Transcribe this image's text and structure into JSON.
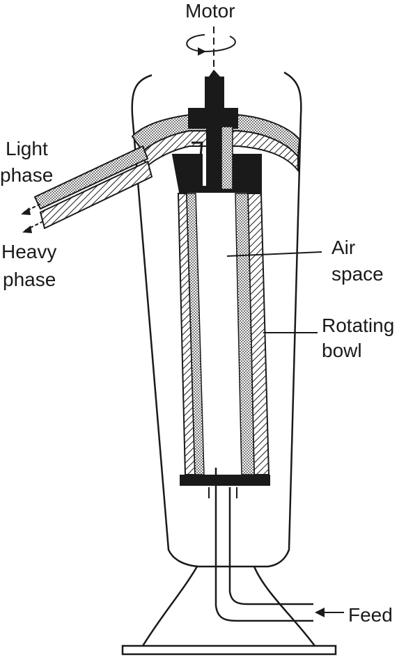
{
  "labels": {
    "motor": "Motor",
    "light_phase_1": "Light",
    "light_phase_2": "phase",
    "heavy_phase_1": "Heavy",
    "heavy_phase_2": "phase",
    "air_space_1": "Air",
    "air_space_2": "space",
    "rotating_bowl_1": "Rotating",
    "rotating_bowl_2": "bowl",
    "feed": "Feed"
  },
  "colors": {
    "ink": "#1a1a1a",
    "background": "#ffffff"
  }
}
